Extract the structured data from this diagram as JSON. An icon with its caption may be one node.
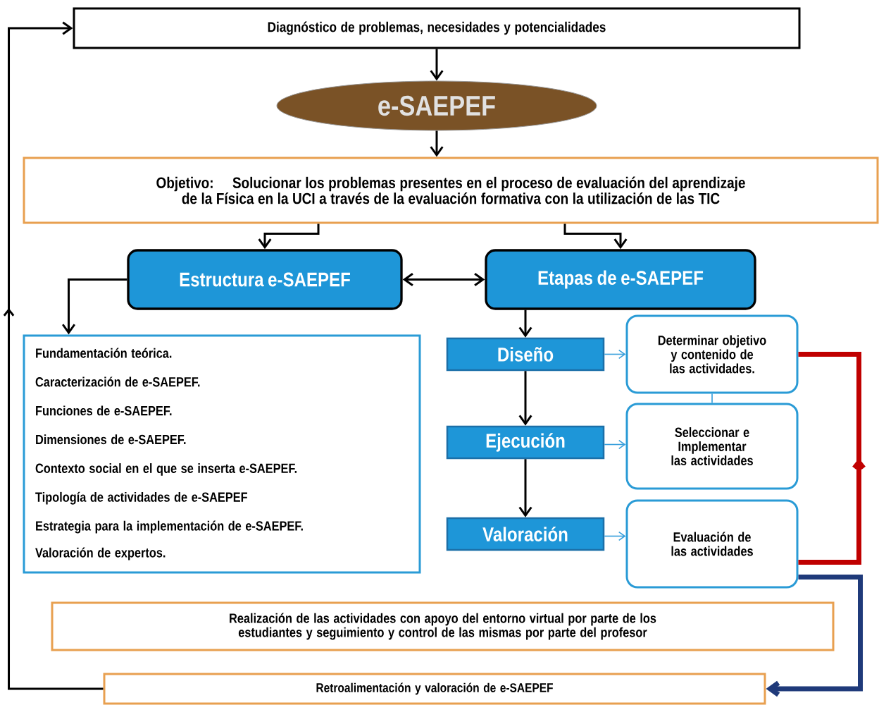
{
  "diagram": {
    "nodes": [
      {
        "text": [
          "Diagnóstico de problemas, necesidades y potencialidades"
        ]
      },
      {
        "text": [
          "e-SAEPEF"
        ]
      },
      {
        "text": [
          "Objetivo:",
          "Solucionar los problemas presentes en el proceso de evaluación del aprendizaje de la Física en la UCI a través de la evaluación formativa con la utilización de las TIC"
        ]
      },
      {
        "text": [
          "Estructura e-SAEPEF"
        ]
      },
      {
        "text": [
          "Etapas de e-SAEPEF"
        ]
      },
      {
        "text": [
          "Fundamentación teórica.",
          "Caracterización de e-SAEPEF.",
          "Funciones de e-SAEPEF.",
          "Dimensiones de e-SAEPEF.",
          "Contexto social en el que se inserta e-SAEPEF.",
          "Tipología de actividades de e-SAEPEF",
          "Estrategia para la implementación de e-SAEPEF.",
          "Valoración de expertos."
        ]
      },
      {
        "text": [
          "Diseño"
        ]
      },
      {
        "text": [
          "Determinar objetivo y contenido de las actividades."
        ]
      },
      {
        "text": [
          "Ejecución"
        ]
      },
      {
        "text": [
          "Seleccionar e Implementar las actividades"
        ]
      },
      {
        "text": [
          "Valoración"
        ]
      },
      {
        "text": [
          "Evaluación de las actividades"
        ]
      },
      {
        "text": [
          "Realización de las actividades con apoyo del entorno virtual por parte de los estudiantes y seguimiento y control de las mismas por parte del profesor"
        ]
      },
      {
        "text": [
          "Retroalimentación y valoración de e-SAEPEF"
        ]
      }
    ],
    "edges": [
      {
        "from": 0,
        "to": 1,
        "arrow": "to"
      },
      {
        "from": 1,
        "to": 2,
        "arrow": "to"
      },
      {
        "from": 2,
        "to": 3,
        "arrow": "to"
      },
      {
        "from": 2,
        "to": 4,
        "arrow": "to"
      },
      {
        "from": 3,
        "to": 4,
        "arrow": "both"
      },
      {
        "from": 3,
        "to": 5,
        "arrow": "to"
      },
      {
        "from": 4,
        "to": 6,
        "arrow": "to"
      },
      {
        "from": 6,
        "to": 8,
        "arrow": "to"
      },
      {
        "from": 8,
        "to": 10,
        "arrow": "to"
      },
      {
        "from": 6,
        "to": 7,
        "arrow": "to",
        "color": "#3aa0dc"
      },
      {
        "from": 8,
        "to": 9,
        "arrow": "to",
        "color": "#3aa0dc"
      },
      {
        "from": 10,
        "to": 11,
        "arrow": "to",
        "color": "#3aa0dc"
      },
      {
        "from": 7,
        "to": 9,
        "arrow": "none",
        "color": "#3aa0dc"
      },
      {
        "from": 11,
        "to": 7,
        "arrow": "to",
        "style": "thick",
        "color": "#c00000"
      },
      {
        "from": 11,
        "to": 13,
        "arrow": "to",
        "style": "thick",
        "color": "#1f3a7a"
      },
      {
        "from": 13,
        "to": 0,
        "arrow": "to"
      }
    ]
  }
}
